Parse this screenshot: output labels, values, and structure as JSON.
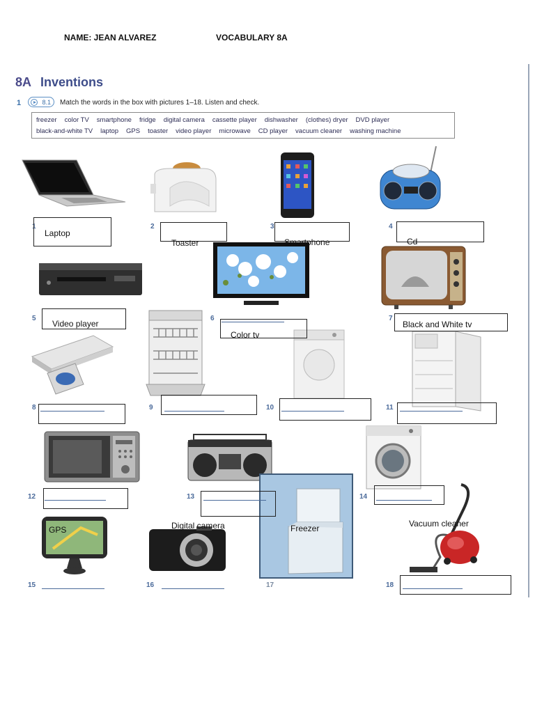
{
  "header": {
    "name": "NAME: JEAN ALVAREZ",
    "vocab": "VOCABULARY 8A"
  },
  "exercise": {
    "section_num": "8A",
    "section_title": "Inventions",
    "question_number": "1",
    "audio_track": "8.1",
    "instruction": "Match the words in the box with pictures 1–18. Listen and check.",
    "word_rows": [
      [
        "freezer",
        "color TV",
        "smartphone",
        "fridge",
        "digital camera",
        "cassette player",
        "dishwasher",
        "(clothes) dryer",
        "DVD player"
      ],
      [
        "black-and-white TV",
        "laptop",
        "GPS",
        "toaster",
        "video player",
        "microwave",
        "CD player",
        "vacuum cleaner",
        "washing machine"
      ]
    ]
  },
  "items": [
    {
      "num": "1",
      "icon": "laptop-icon",
      "answer": "Laptop"
    },
    {
      "num": "2",
      "icon": "toaster-icon",
      "answer": "Toaster"
    },
    {
      "num": "3",
      "icon": "smartphone-icon",
      "answer": "Smartphone"
    },
    {
      "num": "4",
      "icon": "cd-player-icon",
      "answer": "Cd"
    },
    {
      "num": "5",
      "icon": "video-player-icon",
      "answer": "Video player"
    },
    {
      "num": "6",
      "icon": "color-tv-icon",
      "answer": "Color tv"
    },
    {
      "num": "7",
      "icon": "black-and-white-tv-icon",
      "answer": "Black and White tv"
    },
    {
      "num": "8",
      "icon": "dvd-player-icon",
      "answer": ""
    },
    {
      "num": "9",
      "icon": "dishwasher-icon",
      "answer": ""
    },
    {
      "num": "10",
      "icon": "dryer-icon",
      "answer": ""
    },
    {
      "num": "11",
      "icon": "fridge-icon",
      "answer": ""
    },
    {
      "num": "12",
      "icon": "microwave-icon",
      "answer": ""
    },
    {
      "num": "13",
      "icon": "cassette-player-icon",
      "answer": ""
    },
    {
      "num": "14",
      "icon": "washing-machine-icon",
      "answer": ""
    },
    {
      "num": "15",
      "icon": "gps-icon",
      "answer": "GPS"
    },
    {
      "num": "16",
      "icon": "digital-camera-icon",
      "answer": "Digital camera"
    },
    {
      "num": "17",
      "icon": "freezer-icon",
      "answer": "Freezer"
    },
    {
      "num": "18",
      "icon": "vacuum-cleaner-icon",
      "answer": "Vacuum cleaner"
    }
  ],
  "colors": {
    "title": "#3e4d8a",
    "number": "#4a6a9a",
    "freezer_box": "#a9c7e2"
  }
}
